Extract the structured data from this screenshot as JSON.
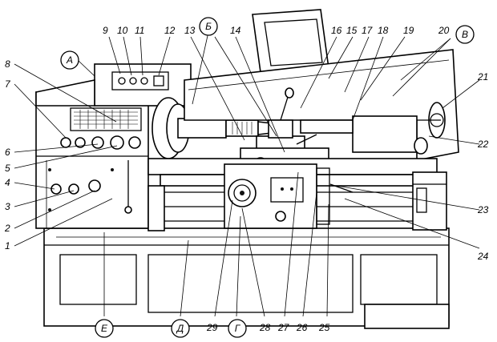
{
  "numbered_callouts": [
    "1",
    "2",
    "3",
    "4",
    "5",
    "6",
    "7",
    "8",
    "9",
    "10",
    "11",
    "12",
    "13",
    "14",
    "15",
    "16",
    "17",
    "18",
    "19",
    "20",
    "21",
    "22",
    "23",
    "24",
    "25",
    "26",
    "27",
    "28",
    "29"
  ],
  "letter_callouts": [
    "А",
    "Б",
    "В",
    "Г",
    "Д",
    "Е"
  ]
}
